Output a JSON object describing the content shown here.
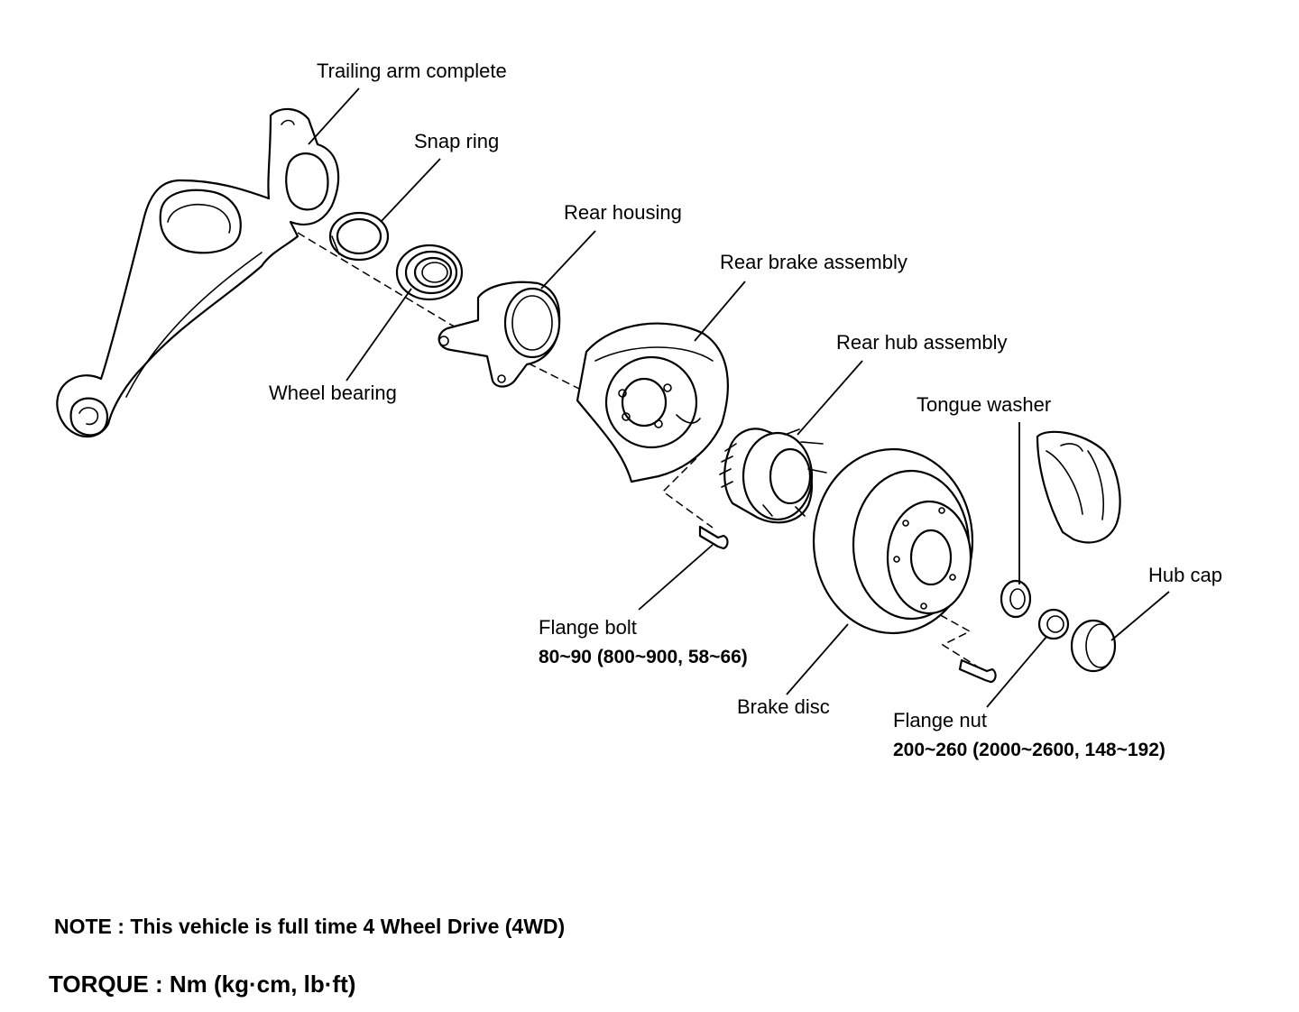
{
  "labels": {
    "trailing_arm": "Trailing arm complete",
    "snap_ring": "Snap ring",
    "rear_housing": "Rear housing",
    "rear_brake_assembly": "Rear brake assembly",
    "rear_hub_assembly": "Rear hub assembly",
    "wheel_bearing": "Wheel bearing",
    "tongue_washer": "Tongue washer",
    "hub_cap": "Hub cap",
    "flange_bolt": "Flange bolt",
    "flange_bolt_torque": "80~90 (800~900, 58~66)",
    "brake_disc": "Brake disc",
    "flange_nut": "Flange nut",
    "flange_nut_torque": "200~260 (2000~2600, 148~192)"
  },
  "notes": {
    "note": "NOTE : This vehicle is full time 4 Wheel Drive (4WD)",
    "torque_units": "TORQUE : Nm (kg·cm, lb·ft)"
  }
}
